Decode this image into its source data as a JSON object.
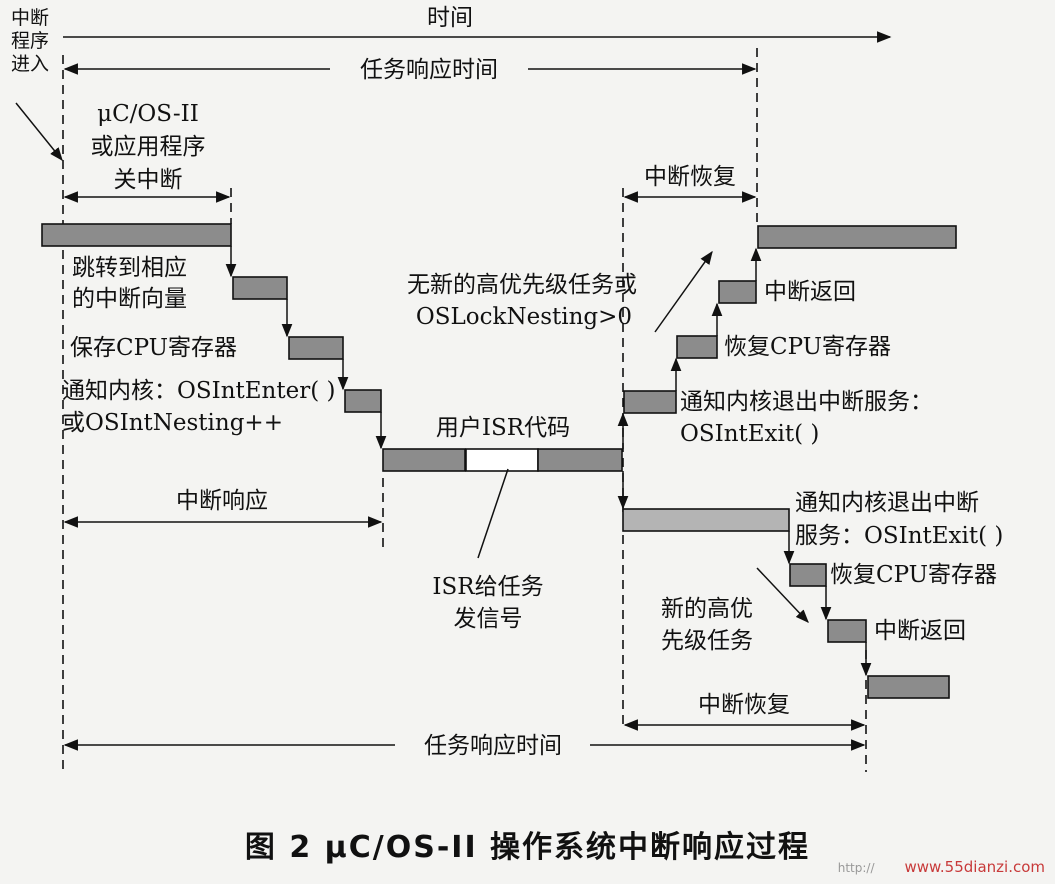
{
  "colors": {
    "bar_fill": "#8c8c8c",
    "bar_light": "#b4b4b4",
    "line": "#111111",
    "watermark": "#c83a3a"
  },
  "labels": {
    "time": "时间",
    "isr_entry": [
      "中断",
      "程序",
      "进入"
    ],
    "task_response_time_top": "任务响应时间",
    "os_disable": [
      "μC/OS-II",
      "或应用程序",
      "关中断"
    ],
    "interrupt_recovery_top": "中断恢复",
    "jump_vector": [
      "跳转到相应",
      "的中断向量"
    ],
    "save_cpu": "保存CPU寄存器",
    "notify_enter": [
      "通知内核：OSIntEnter( )",
      "或OSIntNesting++"
    ],
    "user_isr": "用户ISR代码",
    "no_new_task": [
      "无新的高优先级任务或",
      "OSLockNesting>0"
    ],
    "int_return_a": "中断返回",
    "restore_cpu_a": "恢复CPU寄存器",
    "notify_exit_a": [
      "通知内核退出中断服务：",
      "OSIntExit( )"
    ],
    "interrupt_response": "中断响应",
    "isr_signal": [
      "ISR给任务",
      "发信号"
    ],
    "notify_exit_b": [
      "通知内核退出中断",
      "服务：OSIntExit( )"
    ],
    "restore_cpu_b": "恢复CPU寄存器",
    "new_task": [
      "新的高优",
      "先级任务"
    ],
    "int_return_b": "中断返回",
    "interrupt_recovery_bottom": "中断恢复",
    "task_response_time_bottom": "任务响应时间"
  },
  "caption": "图 2   μC/OS-II 操作系统中断响应过程",
  "watermark": {
    "prefix": "http://",
    "site": "www.55dianzi.com"
  }
}
